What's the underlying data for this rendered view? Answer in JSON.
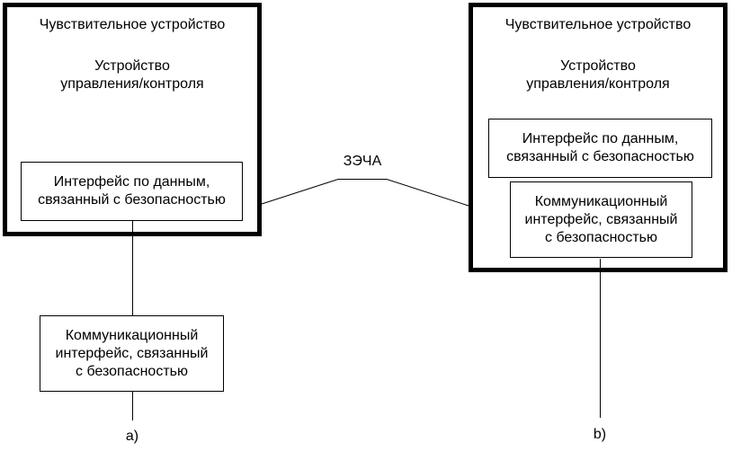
{
  "canvas": {
    "background_color": "#ffffff",
    "line_color": "#000000",
    "text_color": "#000000"
  },
  "link_label": "ЗЭЧА",
  "left_device": {
    "title": "Чувствительное устройство",
    "controller": {
      "line1": "Устройство",
      "line2": "управления/контроля"
    },
    "data_interface": {
      "line1": "Интерфейс по данным,",
      "line2": "связанный с безопасностью"
    }
  },
  "right_device": {
    "title": "Чувствительное устройство",
    "controller": {
      "line1": "Устройство",
      "line2": "управления/контроля"
    },
    "data_interface": {
      "line1": "Интерфейс по данным,",
      "line2": "связанный с безопасностью"
    },
    "comm_interface": {
      "line1": "Коммуникационный",
      "line2": "интерфейс, связанный",
      "line3": "с безопасностью"
    }
  },
  "external_comm_interface": {
    "line1": "Коммуникационный",
    "line2": "интерфейс, связанный",
    "line3": "с безопасностью"
  },
  "captions": {
    "a": "a)",
    "b": "b)"
  }
}
